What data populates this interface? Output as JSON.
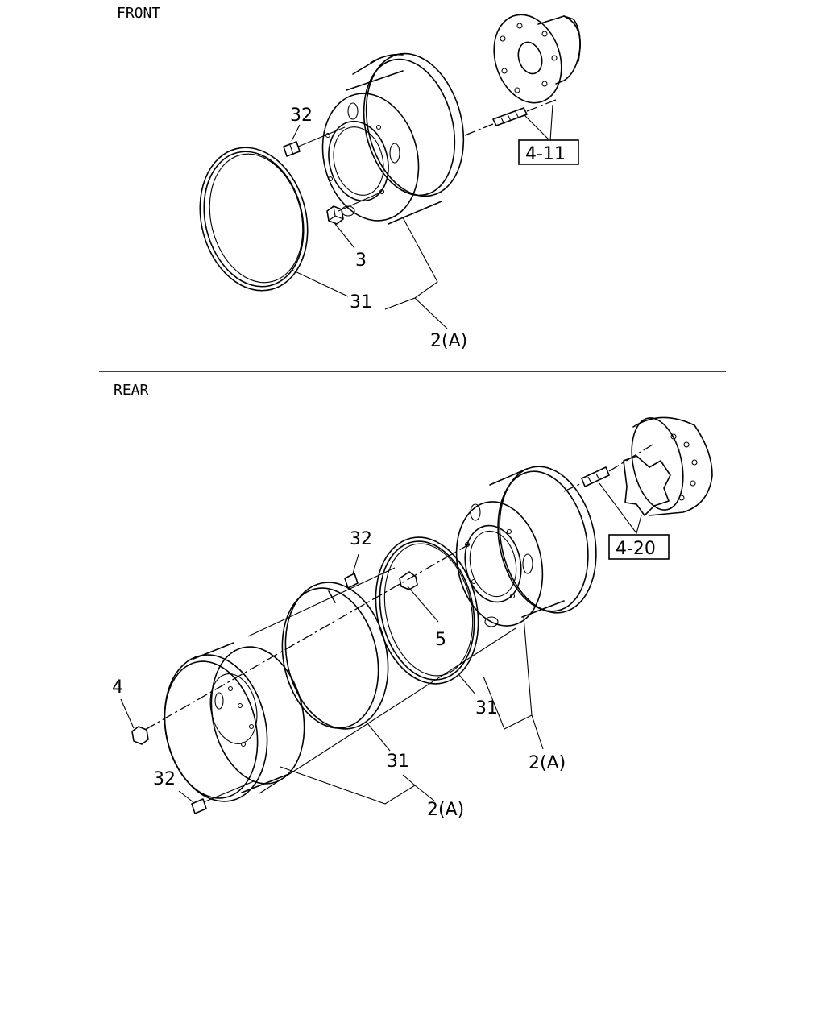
{
  "sections": {
    "front_title": "FRONT",
    "rear_title": "REAR"
  },
  "front": {
    "labels": {
      "nut_cap": "32",
      "nut": "3",
      "ring": "31",
      "wheel": "2(A)",
      "ref": "4-11"
    }
  },
  "rear": {
    "labels": {
      "nut_cap_top": "32",
      "valve": "5",
      "ring_inner": "31",
      "wheel_inner": "2(A)",
      "ref": "4-20",
      "nut": "4",
      "nut_cap_bottom": "32",
      "ring_outer": "31",
      "wheel_outer": "2(A)"
    }
  }
}
